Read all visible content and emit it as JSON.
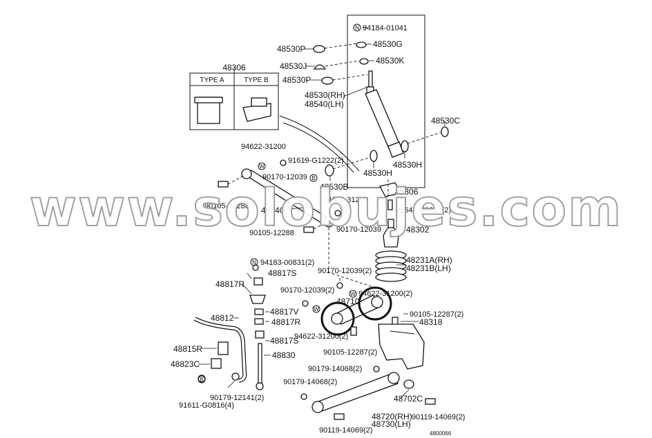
{
  "watermark": "www.solobujes.com",
  "figure_code": "4800066",
  "type_box": {
    "ref": "48306",
    "type_a": "TYPE A",
    "type_b": "TYPE B"
  },
  "symbols": {
    "n": "N",
    "w": "W",
    "b": "B"
  },
  "parts": [
    {
      "id": "p1",
      "text": "94184-01041"
    },
    {
      "id": "p2",
      "text": "48530P"
    },
    {
      "id": "p3",
      "text": "48530G"
    },
    {
      "id": "p4",
      "text": "48530J"
    },
    {
      "id": "p5",
      "text": "48530K"
    },
    {
      "id": "p6",
      "text": "48530P"
    },
    {
      "id": "p7",
      "text": "48530(RH)"
    },
    {
      "id": "p8",
      "text": "48540(LH)"
    },
    {
      "id": "p9",
      "text": "48530C"
    },
    {
      "id": "p10",
      "text": "48530H"
    },
    {
      "id": "p11",
      "text": "48530H"
    },
    {
      "id": "p12",
      "text": "94622-31200"
    },
    {
      "id": "p13",
      "text": "91619-G1222(2)"
    },
    {
      "id": "p14",
      "text": "90170-12039"
    },
    {
      "id": "p15",
      "text": "48530B"
    },
    {
      "id": "p16",
      "text": "48306"
    },
    {
      "id": "p17",
      "text": "94622-31200"
    },
    {
      "id": "p18",
      "text": "91641-H0820(2)"
    },
    {
      "id": "p19",
      "text": "90105-12288"
    },
    {
      "id": "p20",
      "text": "48740"
    },
    {
      "id": "p21",
      "text": "90170-12039"
    },
    {
      "id": "p22",
      "text": "48302"
    },
    {
      "id": "p23",
      "text": "90105-12288"
    },
    {
      "id": "p24",
      "text": "94183-00831(2)"
    },
    {
      "id": "p25",
      "text": "48231A(RH)"
    },
    {
      "id": "p26",
      "text": "48231B(LH)"
    },
    {
      "id": "p27",
      "text": "48817S"
    },
    {
      "id": "p28",
      "text": "90170-12039(2)"
    },
    {
      "id": "p29",
      "text": "48817R"
    },
    {
      "id": "p30",
      "text": "90170-12039(2)"
    },
    {
      "id": "p31",
      "text": "94622-31200(2)"
    },
    {
      "id": "p32",
      "text": "48710"
    },
    {
      "id": "p33",
      "text": "48817V"
    },
    {
      "id": "p34",
      "text": "48812"
    },
    {
      "id": "p35",
      "text": "48817R"
    },
    {
      "id": "p36",
      "text": "90105-12287(2)"
    },
    {
      "id": "p37",
      "text": "48318"
    },
    {
      "id": "p38",
      "text": "94622-31200(2)"
    },
    {
      "id": "p39",
      "text": "48817S"
    },
    {
      "id": "p40",
      "text": "48815R"
    },
    {
      "id": "p41",
      "text": "48830"
    },
    {
      "id": "p42",
      "text": "90105-12287(2)"
    },
    {
      "id": "p43",
      "text": "48823C"
    },
    {
      "id": "p44",
      "text": "90179-14068(2)"
    },
    {
      "id": "p45",
      "text": "90179-14068(2)"
    },
    {
      "id": "p46",
      "text": "90179-12141(2)"
    },
    {
      "id": "p47",
      "text": "48702C"
    },
    {
      "id": "p48",
      "text": "91611-G0816(4)"
    },
    {
      "id": "p49",
      "text": "48720(RH)"
    },
    {
      "id": "p50",
      "text": "48730(LH)"
    },
    {
      "id": "p51",
      "text": "90119-14069(2)"
    },
    {
      "id": "p52",
      "text": "90119-14069(2)"
    }
  ]
}
